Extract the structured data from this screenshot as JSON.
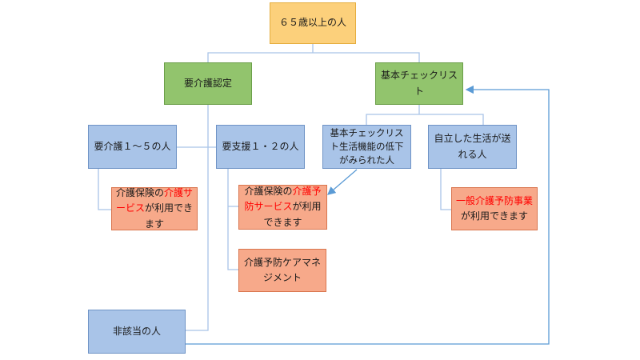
{
  "nodes": {
    "root": "６５歳以上の人",
    "care_cert": "要介護認定",
    "checklist": "基本チェックリスト",
    "care_1_5": "要介護１～５の人",
    "support_1_2": "要支援１・２の人",
    "checklist_decline": "基本チェックリスト生活機能の低下がみられた人",
    "independent": "自立した生活が送れる人",
    "not_applicable": "非該当の人",
    "care_service": {
      "a": "介護保険の",
      "b": "介護サービス",
      "c": "が利用できます"
    },
    "prevention_service": {
      "a": "介護保険の",
      "b": "介護予防サービス",
      "c": "が利用できます"
    },
    "prevention_mgmt": "介護予防ケアマネジメント",
    "general_prevention": {
      "b": "一般介護予防事業",
      "c": "が利用できます"
    }
  },
  "colors": {
    "yellow": "#fcd07b",
    "green": "#92c46d",
    "blue": "#a9c4e8",
    "orange": "#f7a98a",
    "highlight_text": "#ff0000",
    "connector": "#a9c4e8",
    "arrow": "#5b9bd5"
  }
}
